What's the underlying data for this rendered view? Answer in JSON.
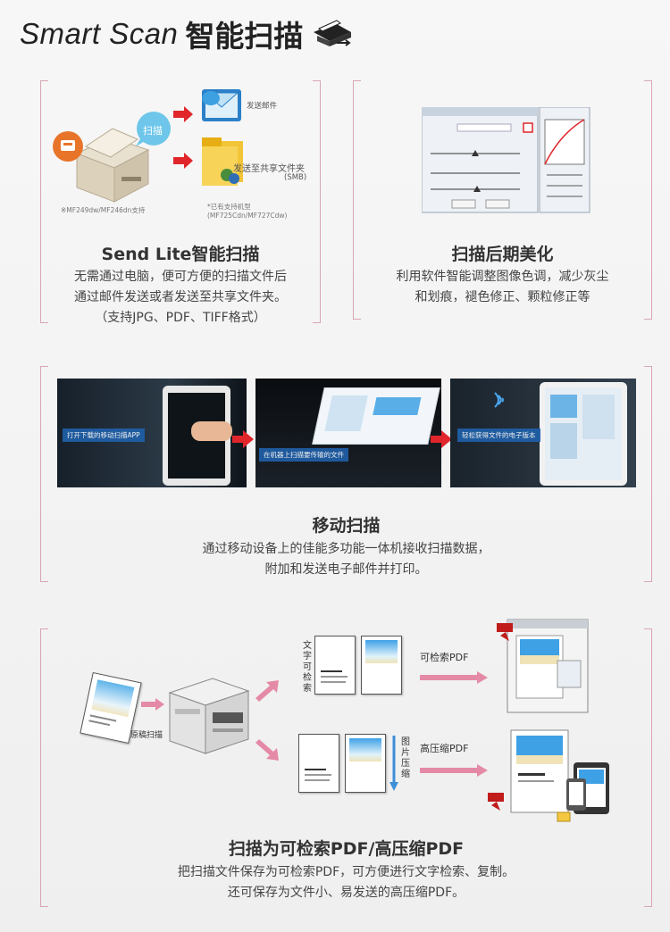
{
  "header": {
    "title_en": "Smart Scan",
    "title_zh": "智能扫描",
    "icon": "scanner-icon"
  },
  "send_lite": {
    "scan_bubble": "扫描",
    "email_label": "发送邮件",
    "share_label": "发送至共享文件夹",
    "share_sub": "(SMB)",
    "model_left": "※MF249dw/MF246dn支持",
    "model_right_1": "*已有支持机型",
    "model_right_2": "(MF725Cdn/MF727Cdw)",
    "title": "Send Lite智能扫描",
    "desc_1": "无需通过电脑，便可方便的扫描文件后",
    "desc_2": "通过邮件发送或者发送至共享文件夹。",
    "desc_3": "（支持JPG、PDF、TIFF格式）"
  },
  "post_scan": {
    "title": "扫描后期美化",
    "desc_1": "利用软件智能调整图像色调，减少灰尘",
    "desc_2": "和划痕，褪色修正、颗粒修正等"
  },
  "mobile": {
    "step1": "打开下载的移动扫描APP",
    "step2": "在机器上扫描要传输的文件",
    "step3": "轻松获得文件的电子版本",
    "title": "移动扫描",
    "desc_1": "通过移动设备上的佳能多功能一体机接收扫描数据，",
    "desc_2": "附加和发送电子邮件并打印。"
  },
  "pdf": {
    "original_label": "原稿扫描",
    "ocr_label": "文字可检索",
    "searchable_label": "可检索PDF",
    "compress_v_label": "图片压缩",
    "compressed_label": "高压缩PDF",
    "title": "扫描为可检索PDF/高压缩PDF",
    "desc_1": "把扫描文件保存为可检索PDF，可方便进行文字检索、复制。",
    "desc_2": "还可保存为文件小、易发送的高压缩PDF。"
  },
  "colors": {
    "accent_red": "#e0262b",
    "bracket_pink": "#d9a6b3",
    "flow_arrow": "#e58aa6"
  }
}
